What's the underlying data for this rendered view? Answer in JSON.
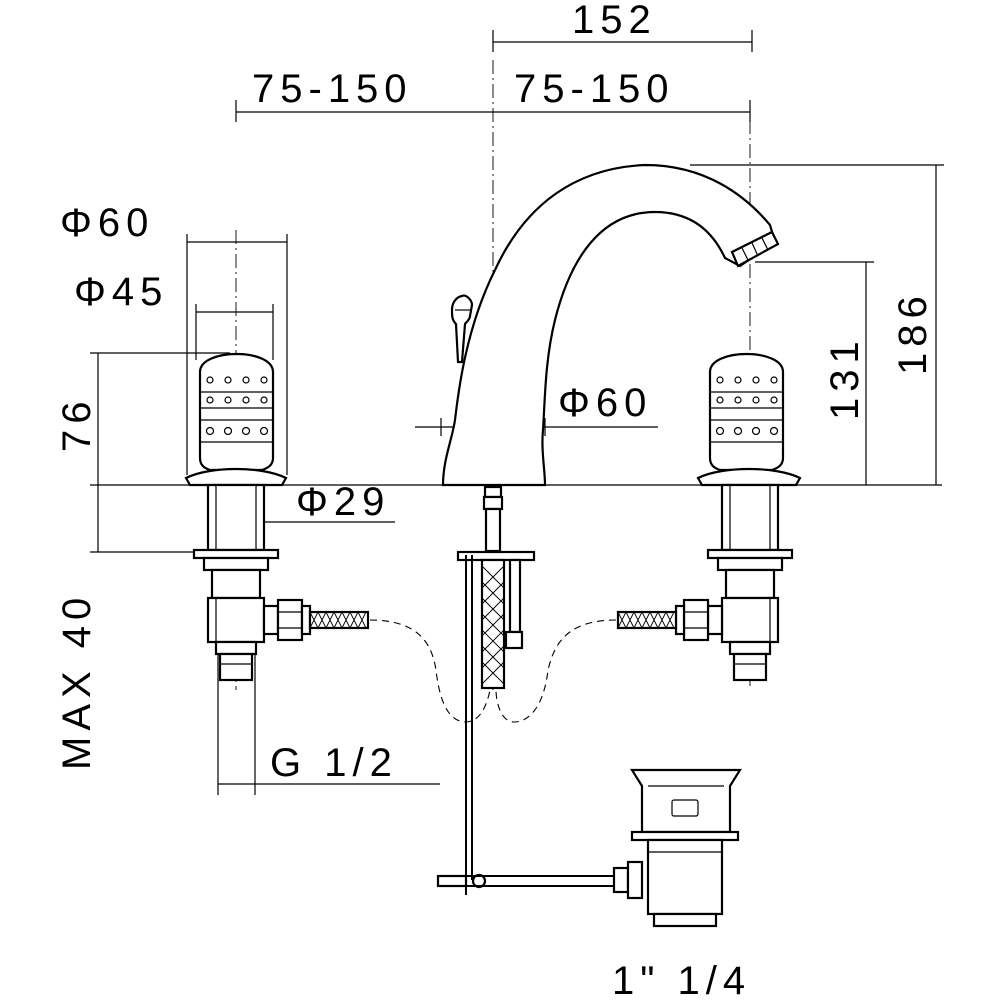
{
  "dimensions": {
    "overall_width": "152",
    "spread_left": "75-150",
    "spread_right": "75-150",
    "handle_outer_dia": "Φ60",
    "handle_inner_dia": "Φ45",
    "handle_height": "76",
    "shank_dia": "Φ29",
    "max_thickness": "MAX 40",
    "inlet_thread": "G 1/2",
    "spout_base_dia": "Φ60",
    "spout_outlet_height": "131",
    "spout_total_height": "186",
    "waste_size": "1\" 1/4"
  }
}
